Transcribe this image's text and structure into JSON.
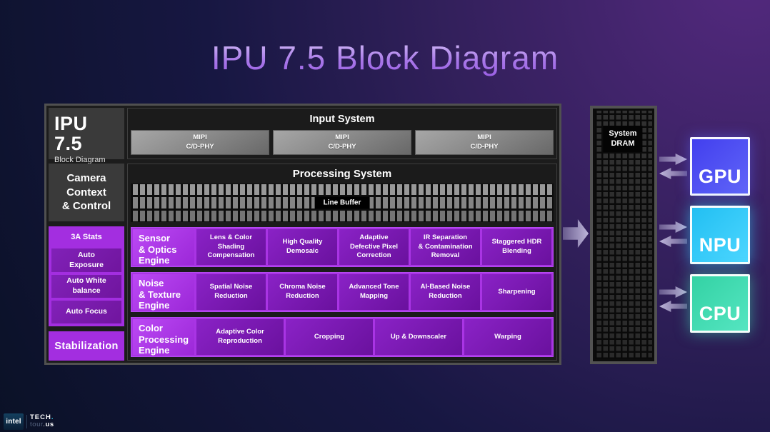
{
  "title": "IPU 7.5 Block Diagram",
  "colors": {
    "accent_purple": "#a32ee0",
    "engine_block_purple": "#7a1ab2",
    "gray_block": "#3a3a3a",
    "gpu": "#4845f1",
    "npu": "#2ec7f4",
    "cpu": "#3eddb2",
    "arrow": "#c3bade"
  },
  "ipu": {
    "name": "IPU 7.5",
    "subtitle": "Block Diagram"
  },
  "sidebar": {
    "camera_context": "Camera\nContext\n& Control",
    "stats_header": "3A Stats",
    "stats_items": [
      "Auto\nExposure",
      "Auto White\nbalance",
      "Auto Focus"
    ],
    "stabilization": "Stabilization"
  },
  "input_system": {
    "title": "Input System",
    "phys": [
      "MIPI\nC/D-PHY",
      "MIPI\nC/D-PHY",
      "MIPI\nC/D-PHY"
    ]
  },
  "processing_system": {
    "title": "Processing System",
    "line_buffer": "Line Buffer",
    "engines": [
      {
        "label": "Sensor\n& Optics\nEngine",
        "blocks": [
          "Lens & Color\nShading\nCompensation",
          "High Quality\nDemosaic",
          "Adaptive\nDefective Pixel\nCorrection",
          "IR Separation\n& Contamination\nRemoval",
          "Staggered HDR\nBlending"
        ]
      },
      {
        "label": "Noise\n& Texture\nEngine",
        "blocks": [
          "Spatial Noise\nReduction",
          "Chroma Noise\nReduction",
          "Advanced Tone\nMapping",
          "AI-Based Noise\nReduction",
          "Sharpening"
        ]
      },
      {
        "label": "Color\nProcessing\nEngine",
        "blocks": [
          "Adaptive Color\nReproduction",
          "Cropping",
          "Up & Downscaler",
          "Warping"
        ]
      }
    ]
  },
  "memory": {
    "label": "System\nDRAM"
  },
  "chips": [
    {
      "label": "GPU"
    },
    {
      "label": "NPU"
    },
    {
      "label": "CPU"
    }
  ],
  "brand": {
    "intel": "intel",
    "tech": "TECH",
    "tech_dot": ".",
    "tour": "tour",
    "tour_dot": ".",
    "tour_suffix": "us"
  }
}
